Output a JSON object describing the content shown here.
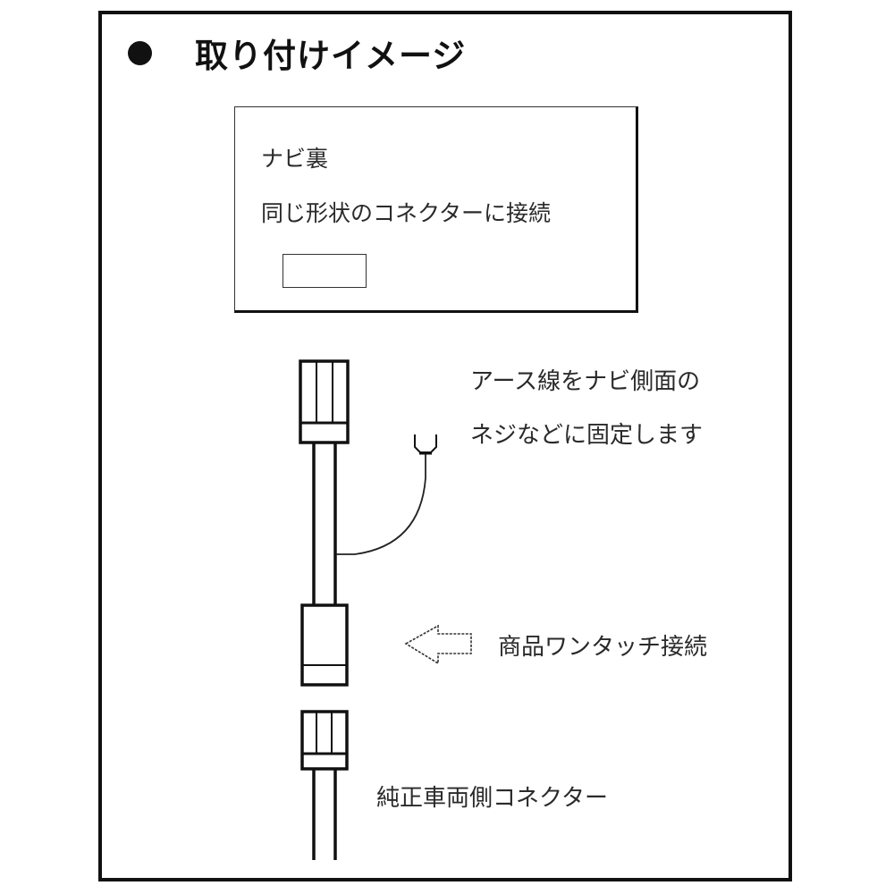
{
  "title": {
    "bullet": "●",
    "text": "取り付けイメージ"
  },
  "navi_box": {
    "line1": "ナビ裏",
    "line2": "同じ形状のコネクターに接続"
  },
  "labels": {
    "ground_line1": "アース線をナビ側面の",
    "ground_line2": "ネジなどに固定します",
    "onetouch": "商品ワンタッチ接続",
    "oem_connector": "純正車両側コネクター"
  },
  "colors": {
    "line": "#111111",
    "text": "#2a2a2a",
    "background": "#ffffff"
  }
}
